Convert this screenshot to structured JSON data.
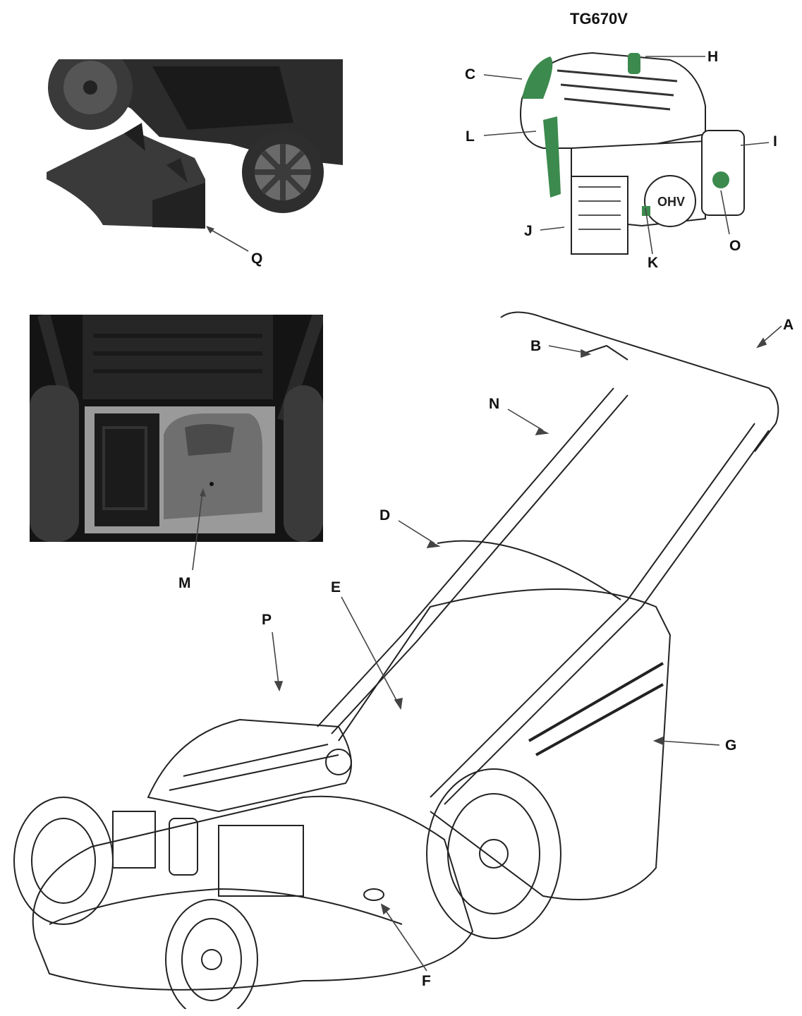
{
  "model_title": "TG670V",
  "labels": {
    "A": "A",
    "B": "B",
    "C": "C",
    "D": "D",
    "E": "E",
    "F": "F",
    "G": "G",
    "H": "H",
    "I": "I",
    "J": "J",
    "K": "K",
    "L": "L",
    "M": "M",
    "N": "N",
    "O": "O",
    "P": "P",
    "Q": "Q"
  },
  "engine_badge": "OHV",
  "colors": {
    "accent_green": "#3c8a4e",
    "line": "#222222",
    "photo_dark": "#1c1c1c"
  }
}
